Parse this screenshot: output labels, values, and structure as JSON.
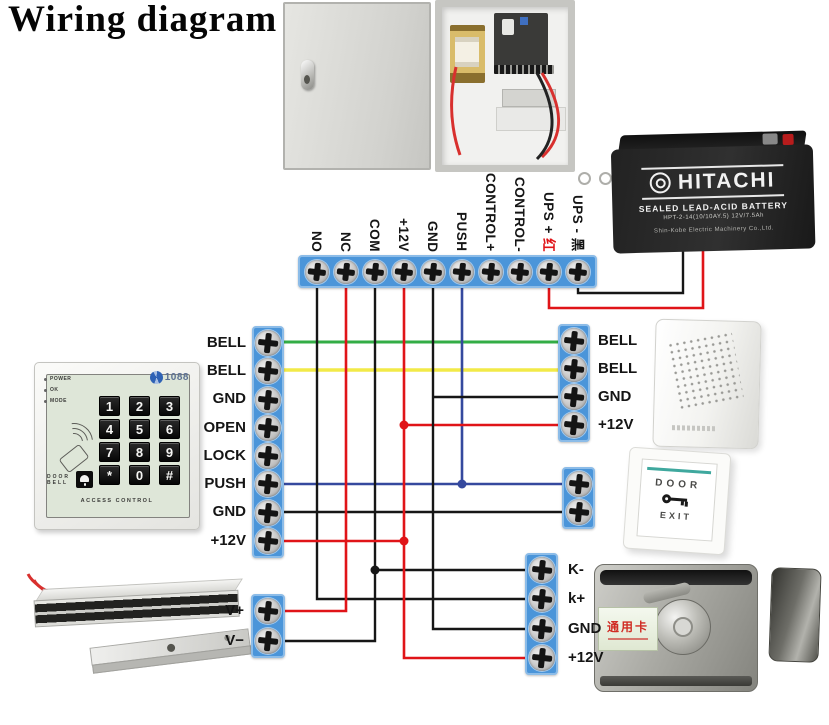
{
  "title": "Wiring diagram",
  "colors": {
    "wire-red": "#e01418",
    "wire-black": "#161616",
    "wire-green": "#33ad46",
    "wire-yellow": "#f2ea48",
    "wire-blue": "#35499e",
    "strip-blue": "#4b95d9",
    "strip-border": "#8cbce8",
    "label-red": "#e01418"
  },
  "top_strip": {
    "labels": [
      {
        "text": "NO"
      },
      {
        "text": "NC"
      },
      {
        "text": "COM"
      },
      {
        "text": "+12V"
      },
      {
        "text": "GND"
      },
      {
        "text": "PUSH"
      },
      {
        "text": "CONTROL+"
      },
      {
        "text": "CONTROL-"
      },
      {
        "text": "UPS + ",
        "suffix": "红"
      },
      {
        "text": "UPS - ",
        "suffix": "黑"
      }
    ]
  },
  "controller_strip": {
    "labels": [
      "BELL",
      "BELL",
      "GND",
      "OPEN",
      "LOCK",
      "PUSH",
      "GND",
      "+12V"
    ]
  },
  "doorbell_strip": {
    "labels": [
      "BELL",
      "BELL",
      "GND",
      "+12V"
    ]
  },
  "lock_strip": {
    "labels": [
      "K-",
      "k+",
      "GND",
      "+12V"
    ]
  },
  "maglock_strip": {
    "labels": [
      "V+",
      "V−"
    ]
  },
  "battery": {
    "brand": "HITACHI",
    "subtitle": "SEALED LEAD-ACID BATTERY",
    "model": "HPT-2-14(10/10AY.5) 12V/7.5Ah",
    "maker": "Shin-Kobe Electric Machinery Co.,Ltd."
  },
  "keypad": {
    "indicators": [
      "POWER",
      "OK",
      "MODE"
    ],
    "brand": "1088",
    "keys": [
      "1",
      "2",
      "3",
      "4",
      "5",
      "6",
      "7",
      "8",
      "9",
      "*",
      "0",
      "#"
    ],
    "doorbell_line1": "DOOR",
    "doorbell_line2": "BELL",
    "footer": "ACCESS CONTROL"
  },
  "exit_button": {
    "line1": "DOOR",
    "line2": "EXIT"
  },
  "electric_lock": {
    "label": "通用卡"
  }
}
